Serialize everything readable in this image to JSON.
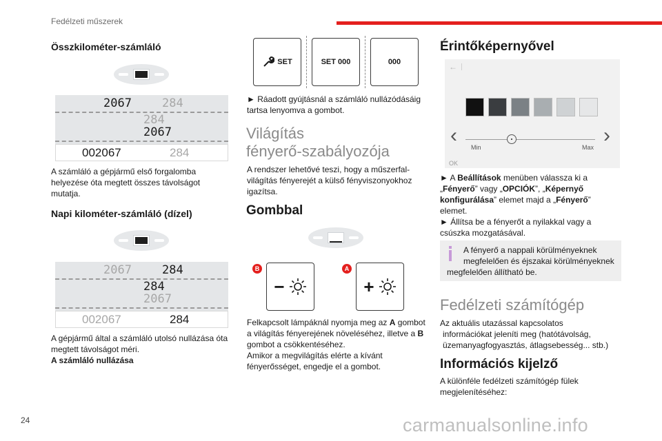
{
  "header": {
    "section": "Fedélzeti műszerek",
    "accent_color": "#e4201e",
    "page_number": "24"
  },
  "watermark": "carmanualsonline.info",
  "col1": {
    "h_odometer": "Összkilométer-számláló",
    "odo1": {
      "r1a": "2067",
      "r1b": "284",
      "r2a": "284",
      "r2b": "2067",
      "r3a": "002067",
      "r3b": "284"
    },
    "p_odometer": [
      "A számláló a gépjármű első forgalomba",
      "helyezése óta megtett összes távolságot",
      "mutatja."
    ],
    "h_trip": "Napi kilométer-számláló (dízel)",
    "odo2": {
      "r1a": "2067",
      "r1b": "284",
      "r2a": "284",
      "r2b": "2067",
      "r3a": "002067",
      "r3b": "284"
    },
    "p_trip": [
      "A gépjármű által a számláló utolsó nullázása óta",
      "megtett távolságot méri."
    ],
    "p_reset": "A számláló nullázása"
  },
  "col2": {
    "buttons": {
      "b1": "SET",
      "b2": "SET 000",
      "b3": "000"
    },
    "p_hold": [
      "► Ráadott gyújtásnál a számláló nullázódásáig",
      "tartsa lenyomva a gombot."
    ],
    "h_brightness": [
      "Világítás",
      "fényerő-szabályozója"
    ],
    "p_brightness": [
      "A rendszer lehetővé teszi, hogy a műszerfal-",
      "világítás fényerejét a külső fényviszonyokhoz",
      "igazítsa."
    ],
    "h_button": "Gombbal",
    "badge_b": "B",
    "badge_a": "A",
    "minus": "−",
    "plus": "+",
    "p_button": {
      "l1a": "Felkapcsolt lámpáknál nyomja meg az ",
      "l1b": "A",
      "l1c": " gombot",
      "l2a": "a világítás fényerejének növeléséhez, illetve a ",
      "l2b": "B",
      "l3": "gombot a csökkentéséhez.",
      "l4": "Amikor a megvilágítás elérte a kívánt",
      "l5": "fényerősséget, engedje el a gombot."
    }
  },
  "col3": {
    "h_touch": "Érintőképernyővel",
    "screen": {
      "back": "←",
      "min": "Min",
      "max": "Max",
      "ok": "OK",
      "prev": "‹",
      "next": "›",
      "swatches": [
        "#111111",
        "#3a3d40",
        "#7b8185",
        "#a9aeb1",
        "#cfd2d4",
        "#e6e7e8"
      ]
    },
    "p_settings": {
      "l1a": "► A ",
      "l1b": "Beállítások",
      "l1c": " menüben válassza ki a",
      "l2a": "„",
      "l2b": "Fényerő",
      "l2c": "” vagy „",
      "l2d": "OPCIÓK",
      "l2e": "”, „",
      "l2f": "Képernyő",
      "l3a": "konfigurálása",
      "l3b": "” elemet majd a „",
      "l3c": "Fényerő",
      "l3d": "”",
      "l4": "elemet.",
      "l5": "► Állítsa be a fényerőt a nyilakkal vagy a",
      "l6": "csúszka mozgatásával."
    },
    "info": [
      "A fényerő a nappali körülményeknek",
      "megfelelően és éjszakai körülményeknek",
      "megfelelően állítható be."
    ],
    "h_computer": "Fedélzeti számítógép",
    "p_computer": [
      "Az aktuális utazással kapcsolatos",
      "információkat jeleníti meg (hatótávolság,",
      "üzemanyagfogyasztás, átlagsebesség... stb.)"
    ],
    "h_display": "Információs kijelző",
    "p_display": [
      "A különféle fedélzeti számítógép fülek",
      "megjelenítéséhez:"
    ]
  }
}
